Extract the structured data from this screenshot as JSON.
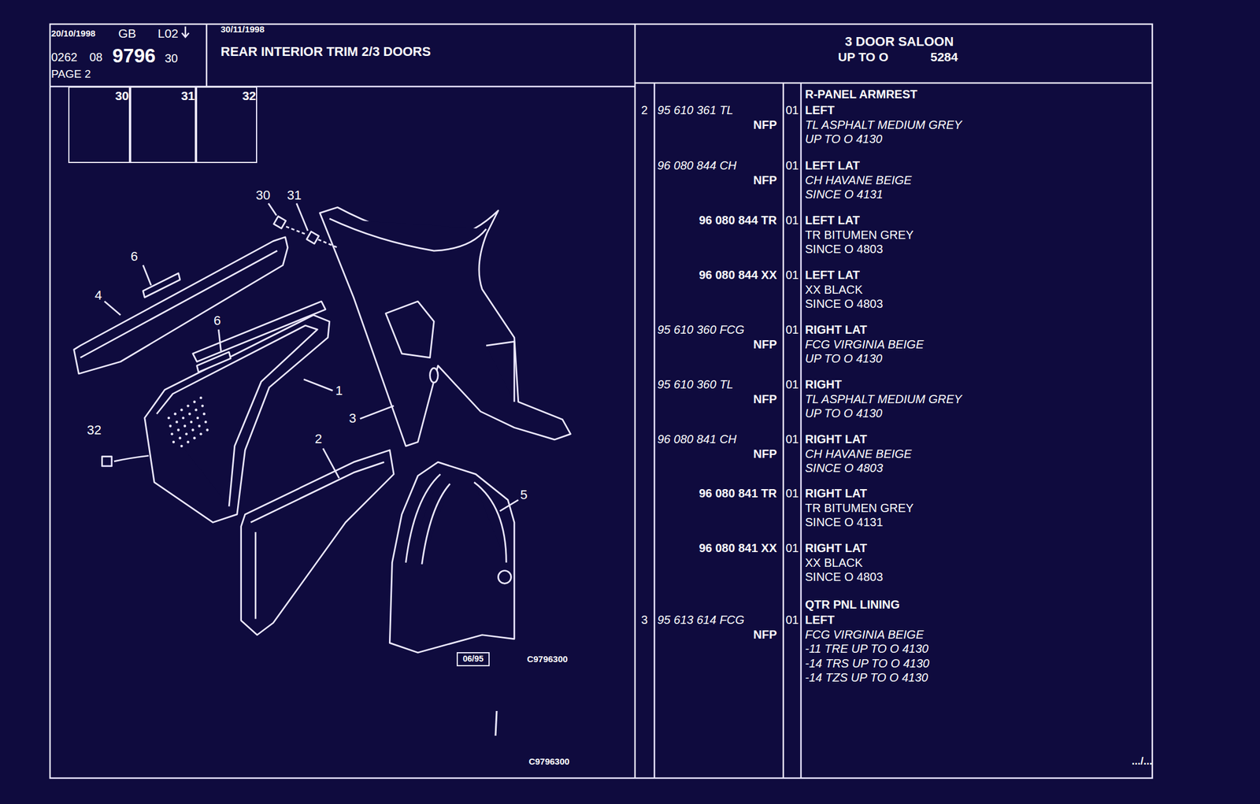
{
  "diagram": {
    "title": "REAR INTERIOR TRIM 2/3 DOORS",
    "nodes": [
      {
        "text": [
          "20/10/1998",
          "GB",
          "L02",
          "0262",
          "08",
          "9796",
          "30",
          "PAGE 2"
        ]
      },
      {
        "text": [
          "30/11/1998",
          "REAR INTERIOR TRIM 2/3 DOORS"
        ]
      },
      {
        "text": [
          "3 DOOR SALOON",
          "UP TO O",
          "5284"
        ]
      },
      {
        "text": [
          "30"
        ]
      },
      {
        "text": [
          "31"
        ]
      },
      {
        "text": [
          "32"
        ]
      },
      {
        "text": [
          "06/95"
        ]
      }
    ],
    "edges": [],
    "labels": [
      "30",
      "31",
      "6",
      "4",
      "6",
      "1",
      "32",
      "2",
      "3",
      "5",
      "C9796300",
      "C9796300",
      "R-PANEL ARMREST",
      "2",
      "95 610 361 TL",
      "NFP",
      "01",
      "LEFT",
      "TL ASPHALT MEDIUM GREY",
      "UP TO O 4130",
      "96 080 844 CH",
      "NFP",
      "01",
      "LEFT LAT",
      "CH HAVANE BEIGE",
      "SINCE O 4131",
      "96 080 844 TR",
      "01",
      "LEFT LAT",
      "TR BITUMEN GREY",
      "SINCE O 4803",
      "96 080 844 XX",
      "01",
      "LEFT LAT",
      "XX BLACK",
      "SINCE O 4803",
      "95 610 360 FCG",
      "NFP",
      "01",
      "RIGHT LAT",
      "FCG VIRGINIA BEIGE",
      "UP TO O 4130",
      "95 610 360 TL",
      "NFP",
      "01",
      "RIGHT",
      "TL ASPHALT MEDIUM GREY",
      "UP TO O 4130",
      "96 080 841 CH",
      "NFP",
      "01",
      "RIGHT LAT",
      "CH HAVANE BEIGE",
      "SINCE O 4803",
      "96 080 841 TR",
      "01",
      "RIGHT LAT",
      "TR BITUMEN GREY",
      "SINCE O 4131",
      "96 080 841 XX",
      "01",
      "RIGHT LAT",
      "XX BLACK",
      "SINCE O 4803",
      "QTR PNL LINING",
      "3",
      "95 613 614 FCG",
      "NFP",
      "01",
      "LEFT",
      "FCG VIRGINIA BEIGE",
      "-11 TRE UP TO O 4130",
      "-14 TRS UP TO O 4130",
      "-14 TZS UP TO O 4130",
      ".../..."
    ]
  }
}
